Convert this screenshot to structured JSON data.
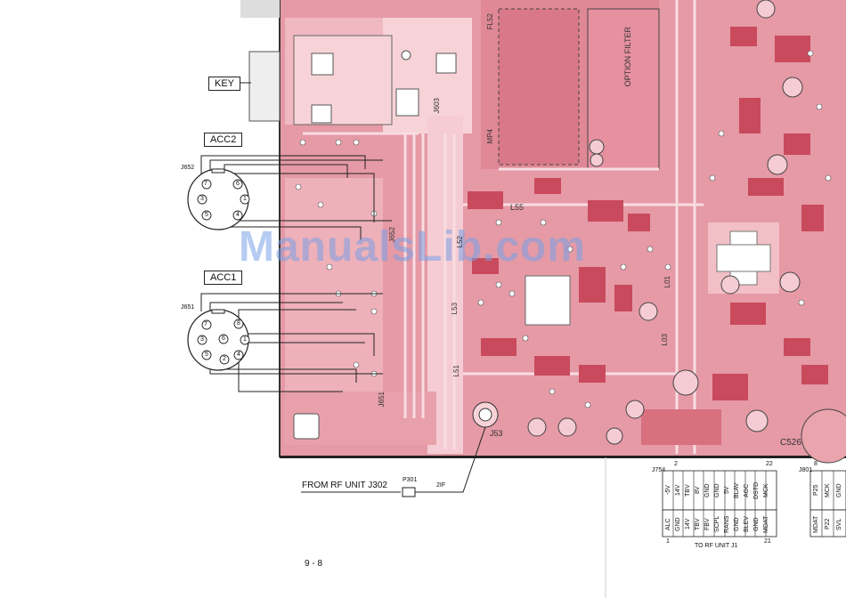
{
  "labels": {
    "key": "KEY",
    "acc2": "ACC2",
    "acc1": "ACC1",
    "j652": "J652",
    "j651_ref": "J651",
    "j651_label": "J651",
    "j652_board": "J652",
    "j603": "J603",
    "j53": "J53",
    "fl52": "FL52",
    "option_filter": "OPTION FILTER",
    "mp4": "MP4",
    "l55": "L55",
    "l52": "L52",
    "l53": "L53",
    "l51": "L51",
    "l01": "L01",
    "l03": "L03",
    "c526": "C526",
    "from_rf": "FROM RF UNIT J302",
    "p301": "P301",
    "twoif": "2IF",
    "j754": "J754",
    "j801": "J801",
    "to_rf": "TO RF UNIT J1",
    "page": "9 - 8",
    "watermark": "ManualsLib.com"
  },
  "pins": {
    "acc2": [
      "7",
      "6",
      "3",
      "1",
      "5",
      "4"
    ],
    "acc1": [
      "7",
      "8",
      "3",
      "6",
      "1",
      "5",
      "2",
      "4"
    ]
  },
  "j754": {
    "top_num_left": "2",
    "top_num_right": "22",
    "bot_num_left": "1",
    "bot_num_right": "21",
    "top": [
      "-5V",
      "14V",
      "TBV",
      "8V",
      "GND",
      "GND",
      "5V",
      "BLAV",
      "AGC",
      "DSTD",
      "MCK"
    ],
    "bottom": [
      "ALC",
      "GND",
      "14V",
      "TBV",
      "FBV",
      "SCPL",
      "RANS",
      "GND",
      "BLEV",
      "GND",
      "MDAT"
    ]
  },
  "j801": {
    "top_num": "8",
    "top": [
      "P25",
      "MCK",
      "GND"
    ],
    "bottom": [
      "MDAT",
      "P22",
      "SVL"
    ]
  }
}
